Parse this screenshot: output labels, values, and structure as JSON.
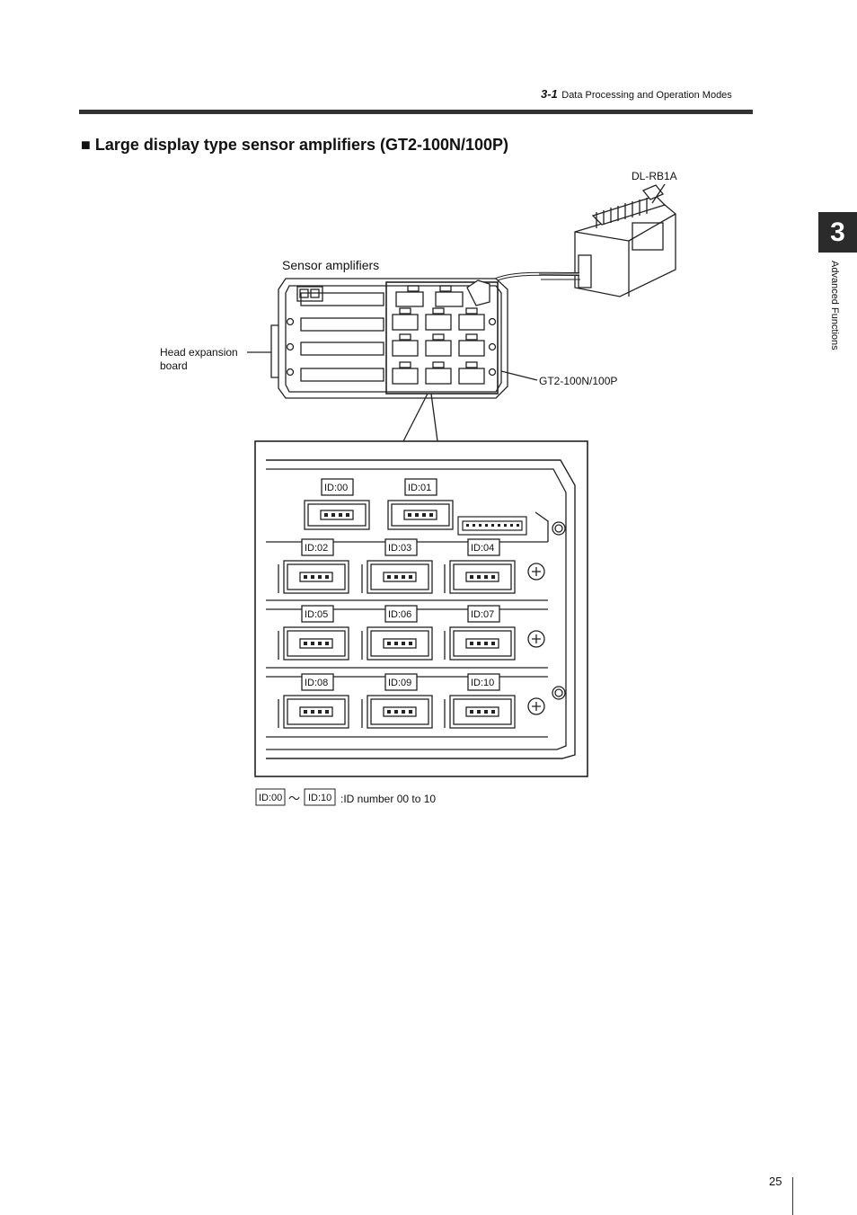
{
  "header": {
    "section_number": "3-1",
    "section_title": "Data Processing and Operation Modes"
  },
  "title": "■ Large display type sensor amplifiers (GT2-100N/100P)",
  "chapter": {
    "number": "3",
    "label": "Advanced Functions"
  },
  "figure": {
    "label_dl": "DL-RB1A",
    "label_sensor": "Sensor amplifiers",
    "label_head_line1": "Head expansion",
    "label_head_line2": "board",
    "label_gt2": "GT2-100N/100P",
    "ids": [
      "ID:00",
      "ID:01",
      "ID:02",
      "ID:03",
      "ID:04",
      "ID:05",
      "ID:06",
      "ID:07",
      "ID:08",
      "ID:09",
      "ID:10"
    ],
    "legend": {
      "start": "ID:00",
      "tilde": "～",
      "end": "ID:10",
      "text": ":ID number 00 to 10"
    }
  },
  "page_number": "25"
}
